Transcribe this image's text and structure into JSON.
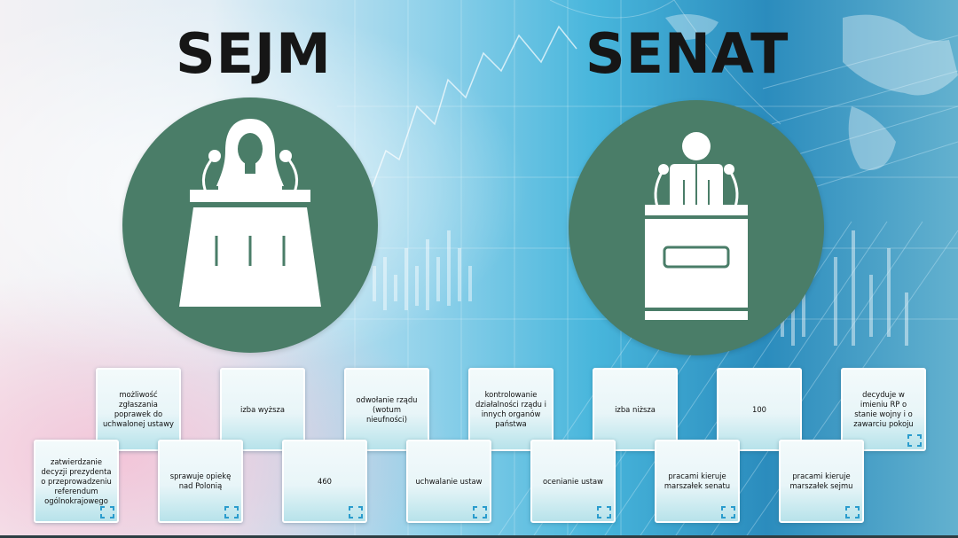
{
  "headings": {
    "left": "SEJM",
    "right": "SENAT"
  },
  "icons": {
    "left": "female-speaker-podium-icon",
    "right": "male-speaker-podium-icon",
    "zoom": "expand-icon"
  },
  "colors": {
    "circle": "#4a7d68",
    "heading": "#161616",
    "card_text": "#111111"
  },
  "cards_top": [
    {
      "text": "możliwość zgłaszania poprawek do uchwalonej ustawy"
    },
    {
      "text": "izba wyższa"
    },
    {
      "text": "odwołanie rządu (wotum nieufności)"
    },
    {
      "text": "kontrolowanie działalności rządu i innych organów państwa"
    },
    {
      "text": "izba niższa"
    },
    {
      "text": "100"
    },
    {
      "text": "decyduje w imieniu RP o stanie wojny i o zawarciu pokoju"
    }
  ],
  "cards_bottom": [
    {
      "text": "zatwierdzanie decyzji prezydenta o przeprowadzeniu referendum ogólnokrajowego"
    },
    {
      "text": "sprawuje opiekę nad Polonią"
    },
    {
      "text": "460"
    },
    {
      "text": "uchwalanie ustaw"
    },
    {
      "text": "ocenianie ustaw"
    },
    {
      "text": "pracami kieruje marszałek senatu"
    },
    {
      "text": "pracami kieruje marszałek sejmu"
    }
  ]
}
